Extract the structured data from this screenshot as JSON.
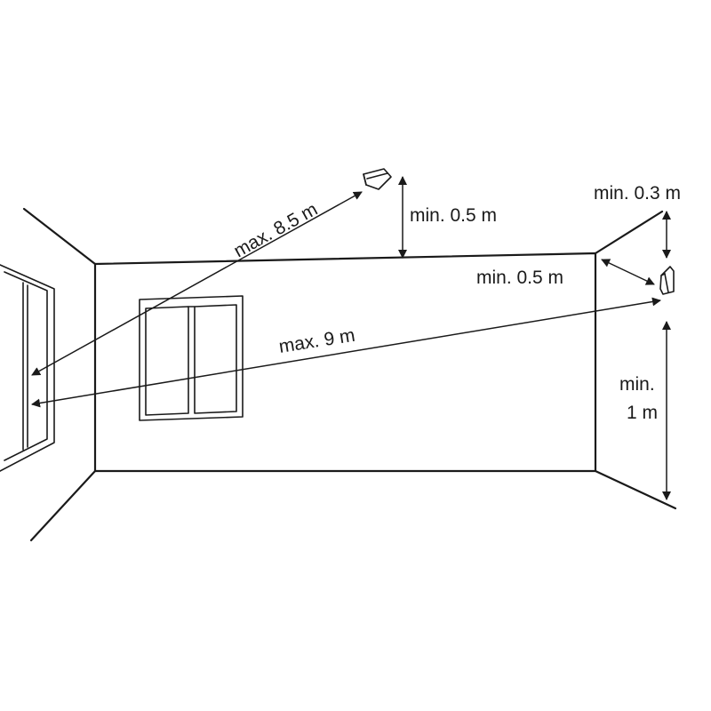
{
  "labels": {
    "diag_long": "max. 8.5 m",
    "horiz_long": "max. 9 m",
    "ceiling_gap_back": "min. 0.5 m",
    "ceiling_gap_side": "min. 0.3 m",
    "wall_gap_side": "min. 0.5 m",
    "floor_gap_line1": "min.",
    "floor_gap_line2": "1 m"
  },
  "colors": {
    "ink": "#1a1a1a",
    "background": "#ffffff"
  },
  "icons": [
    "ceiling-sensor-icon",
    "wall-sensor-icon",
    "window-icon",
    "door-icon"
  ]
}
